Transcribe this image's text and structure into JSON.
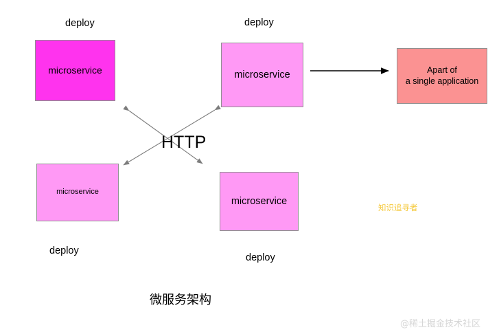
{
  "diagram": {
    "title": "微服务架构",
    "boxes": [
      {
        "id": "ms1",
        "label": "microservice",
        "color": "#ff33ee"
      },
      {
        "id": "ms2",
        "label": "microservice",
        "color": "#ff99f5"
      },
      {
        "id": "ms3",
        "label": "microservice",
        "color": "#ff99f5"
      },
      {
        "id": "ms4",
        "label": "microservice",
        "color": "#ff99f5"
      },
      {
        "id": "app",
        "line1": "Apart of",
        "line2": "a single application",
        "color": "#fb9292"
      }
    ],
    "deploy_labels": [
      {
        "id": "deploy-top-left",
        "text": "deploy"
      },
      {
        "id": "deploy-top-middle",
        "text": "deploy"
      },
      {
        "id": "deploy-bottom-left",
        "text": "deploy"
      },
      {
        "id": "deploy-bottom-middle",
        "text": "deploy"
      }
    ],
    "protocol_label": "HTTP",
    "connector_colors": {
      "http_arrows": "#808080",
      "app_arrow": "#000000",
      "box_border": "#8f8f8f"
    }
  },
  "watermarks": {
    "middle": "知识追寻者",
    "middle_color": "#f5c93c",
    "corner": "@稀土掘金技术社区",
    "corner_color": "#d6d6d6"
  }
}
